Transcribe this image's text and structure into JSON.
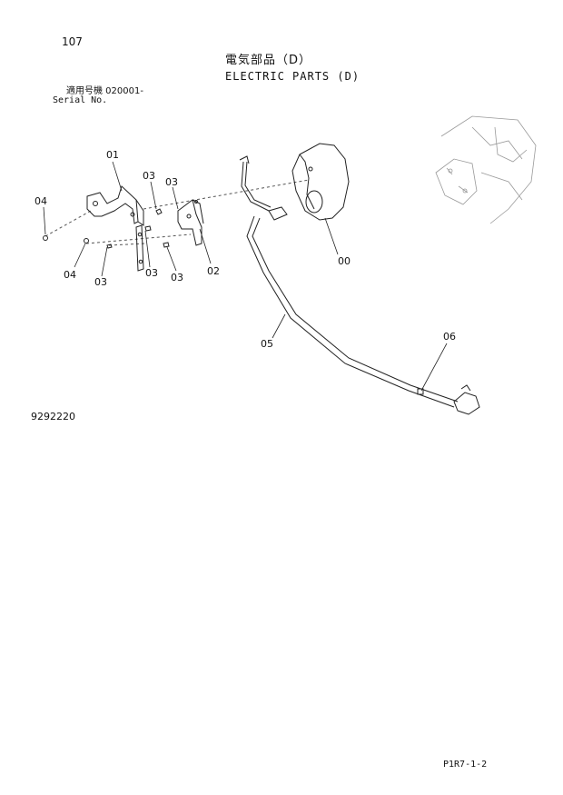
{
  "page_number": "107",
  "title_jp": "電気部品（D）",
  "title_en": "ELECTRIC PARTS (D)",
  "serial": {
    "jp": "適用号機  020001-",
    "en": "Serial No."
  },
  "figure_number": "9292220",
  "page_ref": "P1R7-1-2",
  "callouts": {
    "c00": "00",
    "c01": "01",
    "c02": "02",
    "c03a": "03",
    "c03b": "03",
    "c03c": "03",
    "c03d": "03",
    "c03e": "03",
    "c04a": "04",
    "c04b": "04",
    "c05": "05",
    "c06": "06"
  }
}
